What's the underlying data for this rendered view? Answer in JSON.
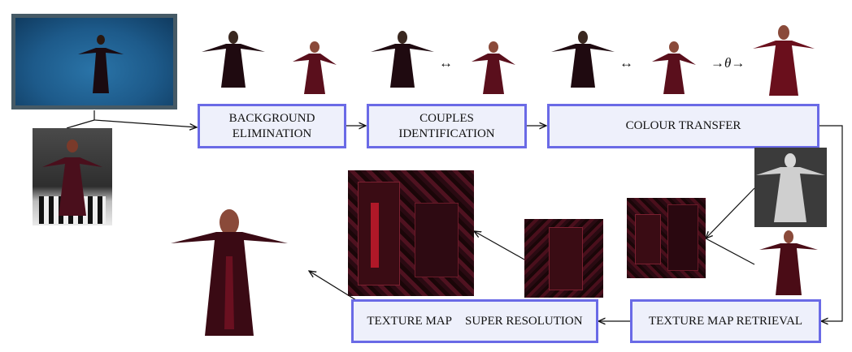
{
  "stages": {
    "background_elimination": "BACKGROUND\nELIMINATION",
    "couples_identification": "COUPLES\nIDENTIFICATION",
    "colour_transfer": "COLOUR TRANSFER",
    "texture_map_retrieval": "TEXTURE MAP RETRIEVAL",
    "texture_map": "TEXTURE MAP",
    "super_resolution": "SUPER RESOLUTION"
  },
  "symbols": {
    "correspond_1": "↔",
    "correspond_2": "↔",
    "transform": "→θ→"
  },
  "colors": {
    "box_border": "#6a6ae6",
    "box_fill": "#eef0fb",
    "studio_blue": "#1d5a8a",
    "garment": "#3a0c14"
  },
  "images": [
    "studio-capture-photo",
    "calibration-photo",
    "segmented-figure-photos",
    "textured-3d-model-render",
    "untextured-3d-mesh-render",
    "texture-map-patches"
  ]
}
